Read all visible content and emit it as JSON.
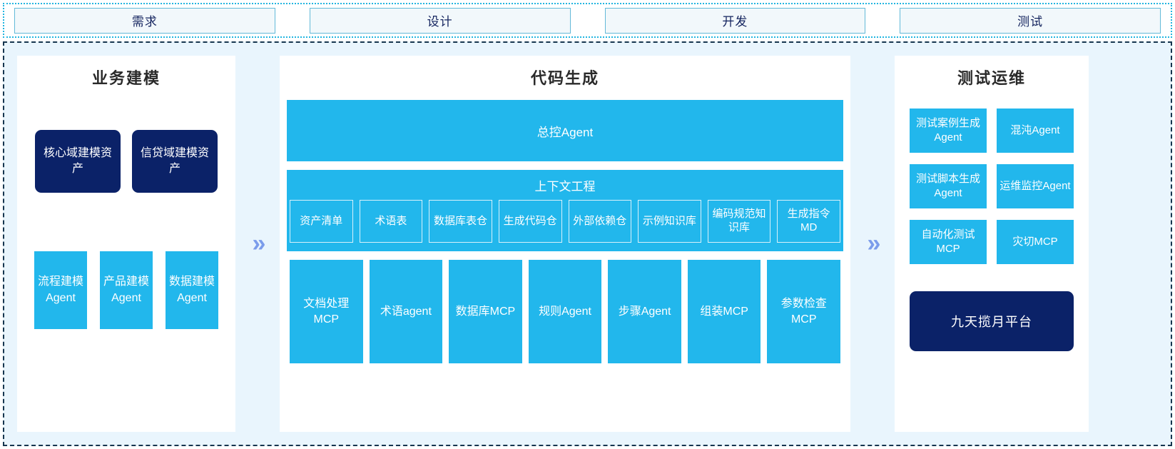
{
  "phases": [
    {
      "label": "需求"
    },
    {
      "label": "设计"
    },
    {
      "label": "开发"
    },
    {
      "label": "测试"
    }
  ],
  "colors": {
    "accent_cyan": "#22b7ec",
    "navy": "#0b2268",
    "panel_bg": "#ffffff",
    "canvas_bg": "#e9f5fd",
    "chevron": "#7b9ceb",
    "phase_border": "#63b9d8",
    "phase_bg": "#f2f8fb",
    "title_text": "#2a2a2a"
  },
  "chevrons": {
    "glyph": "»",
    "name": "double-chevron-right"
  },
  "left_panel": {
    "title": "业务建模",
    "assets": [
      {
        "label": "核心域建模资产"
      },
      {
        "label": "信贷域建模资产"
      }
    ],
    "agents": [
      {
        "label": "流程建模Agent"
      },
      {
        "label": "产品建模Agent"
      },
      {
        "label": "数据建模Agent"
      }
    ]
  },
  "center_panel": {
    "title": "代码生成",
    "master_agent": "总控Agent",
    "context": {
      "title": "上下文工程",
      "chips": [
        {
          "label": "资产清单"
        },
        {
          "label": "术语表"
        },
        {
          "label": "数据库表仓"
        },
        {
          "label": "生成代码仓"
        },
        {
          "label": "外部依赖仓"
        },
        {
          "label": "示例知识库"
        },
        {
          "label": "编码规范知识库"
        },
        {
          "label": "生成指令MD"
        }
      ]
    },
    "tools": [
      {
        "label": "文档处理MCP"
      },
      {
        "label": "术语agent"
      },
      {
        "label": "数据库MCP"
      },
      {
        "label": "规则Agent"
      },
      {
        "label": "步骤Agent"
      },
      {
        "label": "组装MCP"
      },
      {
        "label": "参数检查MCP"
      }
    ]
  },
  "right_panel": {
    "title": "测试运维",
    "items": [
      {
        "label": "测试案例生成Agent"
      },
      {
        "label": "混沌Agent"
      },
      {
        "label": "测试脚本生成Agent"
      },
      {
        "label": "运维监控Agent"
      },
      {
        "label": "自动化测试MCP"
      },
      {
        "label": "灾切MCP"
      }
    ],
    "platform": "九天揽月平台"
  }
}
